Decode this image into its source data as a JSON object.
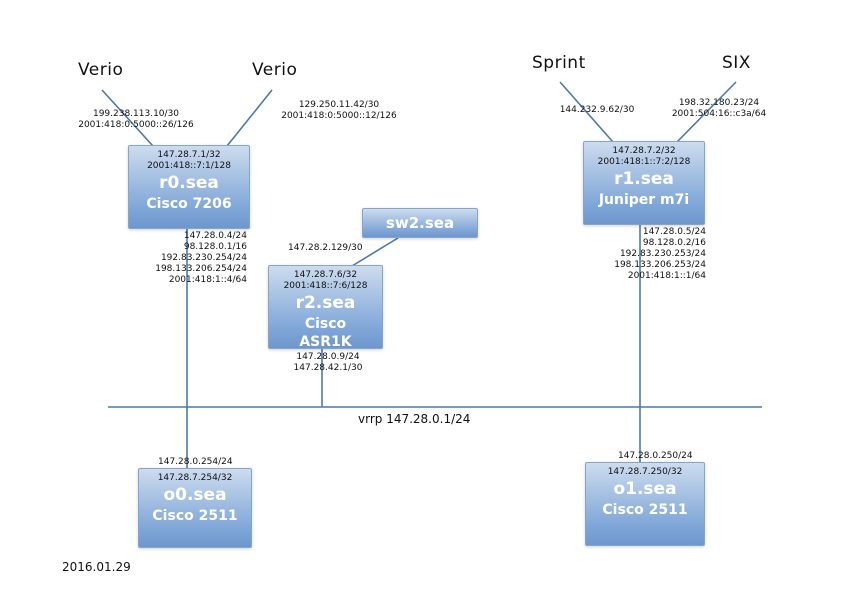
{
  "providers": {
    "verio1": {
      "label": "Verio",
      "ip1": "199.238.113.10/30",
      "ip2": "2001:418:0:5000::26/126"
    },
    "verio2": {
      "label": "Verio",
      "ip1": "129.250.11.42/30",
      "ip2": "2001:418:0:5000::12/126"
    },
    "sprint": {
      "label": "Sprint",
      "ip1": "144.232.9.62/30"
    },
    "six": {
      "label": "SIX",
      "ip1": "198.32.180.23/24",
      "ip2": "2001:504:16::c3a/64"
    }
  },
  "routers": {
    "r0": {
      "loopbacks": [
        "147.28.7.1/32",
        "2001:418::7:1/128"
      ],
      "name": "r0.sea",
      "model": "Cisco 7206",
      "interfaces": [
        "147.28.0.4/24",
        "98.128.0.1/16",
        "192.83.230.254/24",
        "198.133.206.254/24",
        "2001:418:1::4/64"
      ]
    },
    "r1": {
      "loopbacks": [
        "147.28.7.2/32",
        "2001:418:1::7:2/128"
      ],
      "name": "r1.sea",
      "model": "Juniper m7i",
      "interfaces": [
        "147.28.0.5/24",
        "98.128.0.2/16",
        "192.83.230.253/24",
        "198.133.206.253/24",
        "2001:418:1::1/64"
      ]
    },
    "r2": {
      "loopbacks": [
        "147.28.7.6/32",
        "2001:418::7:6/128"
      ],
      "name": "r2.sea",
      "model_line1": "Cisco",
      "model_line2": "ASR1K",
      "uplink": "147.28.2.129/30",
      "interfaces": [
        "147.28.0.9/24",
        "147.28.42.1/30"
      ]
    },
    "sw2": {
      "name": "sw2.sea"
    },
    "o0": {
      "lan_ip": "147.28.0.254/24",
      "loopback": "147.28.7.254/32",
      "name": "o0.sea",
      "model": "Cisco 2511"
    },
    "o1": {
      "lan_ip": "147.28.0.250/24",
      "loopback": "147.28.7.250/32",
      "name": "o1.sea",
      "model": "Cisco 2511"
    }
  },
  "bus": {
    "label": "vrrp 147.28.0.1/24"
  },
  "footer": {
    "date": "2016.01.29"
  }
}
